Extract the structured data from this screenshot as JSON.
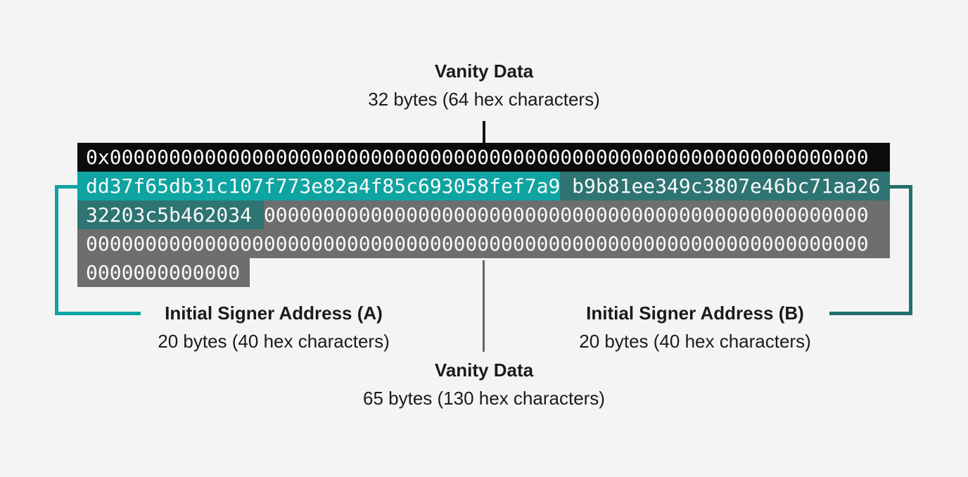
{
  "labels": {
    "top": {
      "title": "Vanity Data",
      "subtitle": "32 bytes (64 hex characters)"
    },
    "signer_a": {
      "title": "Initial Signer Address (A)",
      "subtitle": "20 bytes (40 hex characters)"
    },
    "signer_b": {
      "title": "Initial Signer Address (B)",
      "subtitle": "20 bytes (40 hex characters)"
    },
    "bottom": {
      "title": "Vanity Data",
      "subtitle": "65 bytes (130 hex characters)"
    }
  },
  "hexdump": {
    "row1": {
      "vanity_prefix_and_zeros": "0x0000000000000000000000000000000000000000000000000000000000000000"
    },
    "row2": {
      "signer_a_part": "dd37f65db31c107f773e82a4f85c693058fef7a9",
      "signer_b_part": " b9b81ee349c3807e46bc71aa26"
    },
    "row3": {
      "signer_b_part": "32203c5b462034 ",
      "zeros": "000000000000000000000000000000000000000000000000000"
    },
    "row4": {
      "zeros": "000000000000000000000000000000000000000000000000000000000000000000"
    },
    "row5": {
      "zeros": "0000000000000"
    }
  },
  "addresses": {
    "signer_a_full": "dd37f65db31c107f773e82a4f85c693058fef7a9",
    "signer_b_full": "b9b81ee349c3807e46bc71aa2632203c5b462034"
  },
  "colors": {
    "background": "#f4f4f4",
    "row_black": "#0c0c0c",
    "teal_bright": "#0ea4a1",
    "teal_dark": "#2d7472",
    "row_gray": "#6e6e6e",
    "hex_text": "#fafafa",
    "label_text": "#1a1a1a",
    "bracket_left": "#0ea4a1",
    "bracket_right": "#236f6d",
    "connector_top": "#141414",
    "connector_middle": "#646464"
  }
}
